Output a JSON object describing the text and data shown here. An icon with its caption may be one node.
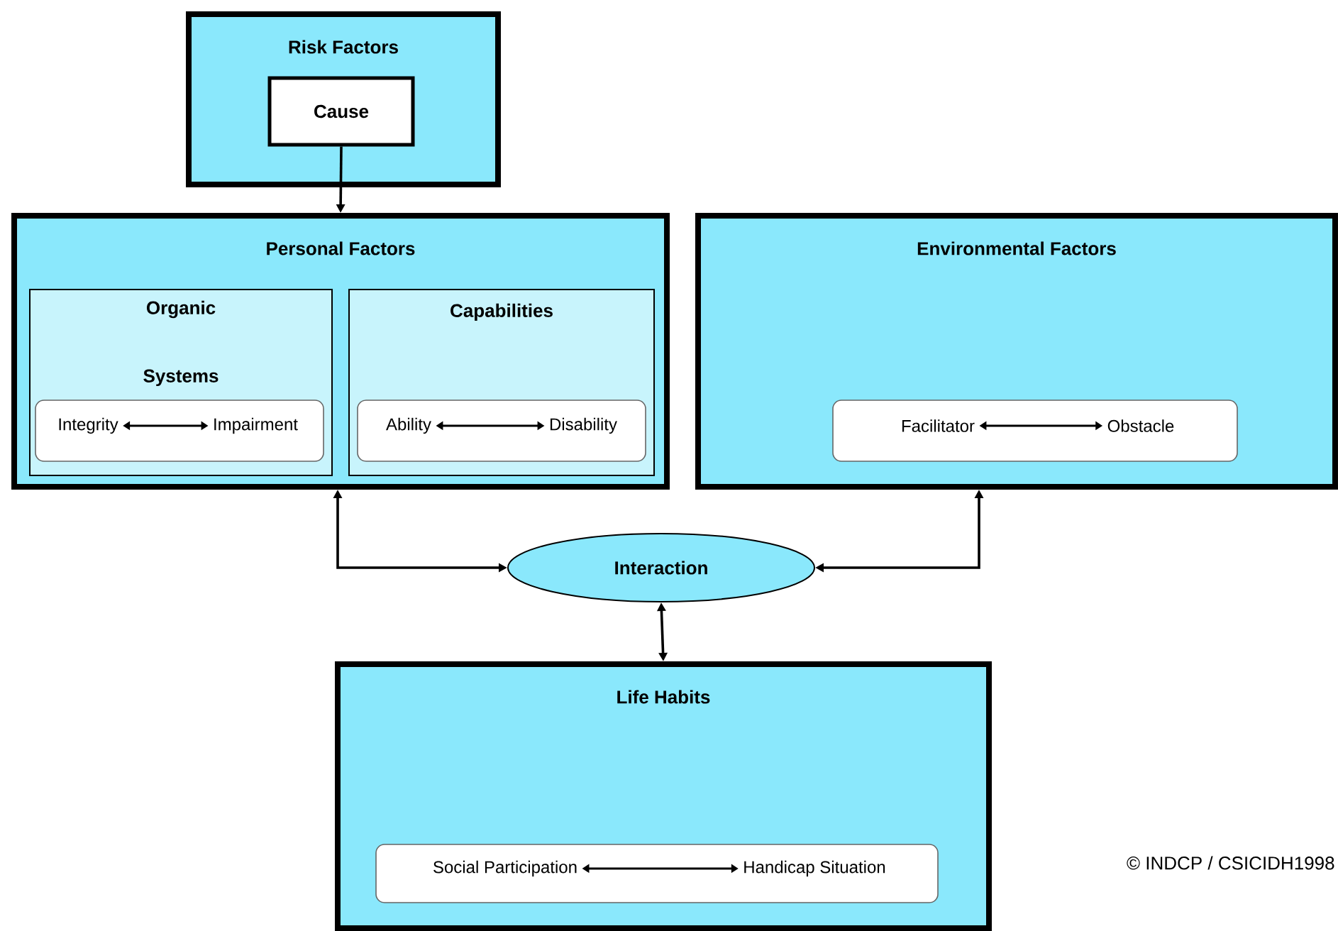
{
  "diagram": {
    "nodes": [
      {
        "text": [
          "Risk Factors"
        ]
      },
      {
        "text": [
          "Cause"
        ],
        "in": 0
      },
      {
        "text": [
          "Personal Factors"
        ]
      },
      {
        "text": [
          "Organic Systems"
        ],
        "in": 2
      },
      {
        "text": [],
        "shape": "box",
        "in": 3
      },
      {
        "text": [
          "Integrity"
        ],
        "in": 4
      },
      {
        "text": [
          "Impairment"
        ],
        "in": 4
      },
      {
        "text": [
          "Capabilities"
        ],
        "in": 2
      },
      {
        "text": [],
        "shape": "box",
        "in": 7
      },
      {
        "text": [
          "Ability"
        ],
        "in": 8
      },
      {
        "text": [
          "Disability"
        ],
        "in": 8
      },
      {
        "text": [
          "Environmental Factors"
        ]
      },
      {
        "text": [],
        "shape": "box",
        "in": 11
      },
      {
        "text": [
          "Facilitator"
        ],
        "in": 12
      },
      {
        "text": [
          "Obstacle"
        ],
        "in": 12
      },
      {
        "text": [
          "Interaction"
        ]
      },
      {
        "text": [
          "Life Habits"
        ]
      },
      {
        "text": [],
        "shape": "box",
        "in": 16
      },
      {
        "text": [
          "Social Participation"
        ],
        "in": 17
      },
      {
        "text": [
          "Handicap Situation"
        ],
        "in": 17
      }
    ],
    "edges": [
      {
        "from": 1,
        "to": 2,
        "arrow": "to"
      },
      {
        "from": 5,
        "to": 6,
        "arrow": "both"
      },
      {
        "from": 9,
        "to": 10,
        "arrow": "both"
      },
      {
        "from": 13,
        "to": 14,
        "arrow": "both"
      },
      {
        "from": 18,
        "to": 19,
        "arrow": "both"
      },
      {
        "from": 2,
        "to": 15,
        "arrow": "both"
      },
      {
        "from": 11,
        "to": 15,
        "arrow": "both"
      },
      {
        "from": 15,
        "to": 16,
        "arrow": "both"
      }
    ],
    "labels": [
      "© INDCP / CSICIDH1998"
    ]
  }
}
